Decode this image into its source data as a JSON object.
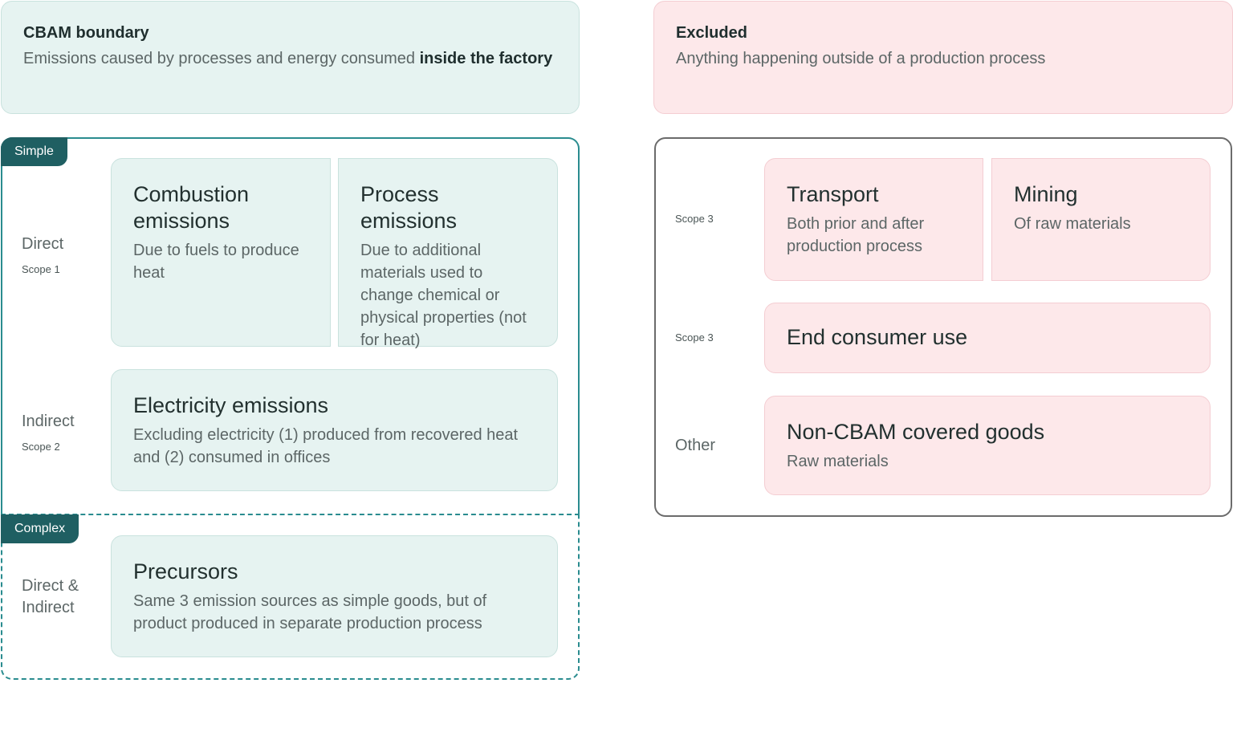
{
  "boundary": {
    "title": "CBAM boundary",
    "desc_plain": "Emissions caused by processes and energy consumed ",
    "desc_bold": "inside the factory"
  },
  "excluded": {
    "title": "Excluded",
    "desc": "Anything happening outside of a production process"
  },
  "simple": {
    "tag": "Simple",
    "direct": {
      "label": "Direct",
      "scope": "Scope 1",
      "cards": [
        {
          "title": "Combustion emissions",
          "desc": "Due to fuels to produce heat"
        },
        {
          "title": "Process emissions",
          "desc": "Due to additional materials used to change chemical or physical properties (not for heat)"
        }
      ]
    },
    "indirect": {
      "label": "Indirect",
      "scope": "Scope 2",
      "card": {
        "title": "Electricity emissions",
        "desc": "Excluding electricity (1) produced from recovered heat and (2) consumed in offices"
      }
    }
  },
  "complex": {
    "tag": "Complex",
    "label": "Direct & Indirect",
    "card": {
      "title": "Precursors",
      "desc": "Same 3 emission sources as simple goods, but of product produced in separate production process"
    }
  },
  "excluded_items": {
    "row1": {
      "scope": "Scope 3",
      "cards": [
        {
          "title": "Transport",
          "desc": "Both prior and after production process"
        },
        {
          "title": "Mining",
          "desc": "Of raw materials"
        }
      ]
    },
    "row2": {
      "scope": "Scope 3",
      "card": {
        "title": "End consumer use"
      }
    },
    "row3": {
      "label": "Other",
      "card": {
        "title": "Non-CBAM covered goods",
        "desc": "Raw materials"
      }
    }
  },
  "colors": {
    "teal_fill": "#e6f3f1",
    "teal_border": "#2a8c8f",
    "tag_bg": "#1f5f62",
    "pink_fill": "#fde8ea",
    "gray_border": "#6b6b6b"
  }
}
